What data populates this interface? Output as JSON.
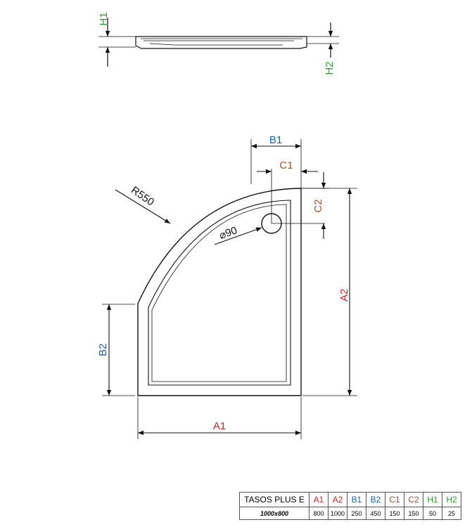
{
  "colors": {
    "red": "#c62828",
    "blue": "#1f5fa8",
    "brown": "#a0522d",
    "green": "#2e9e2e",
    "line": "#111111"
  },
  "labels": {
    "h1": "H1",
    "h2": "H2",
    "b1": "B1",
    "c1": "C1",
    "c2": "C2",
    "a1": "A1",
    "a2": "A2",
    "b2": "B2",
    "radius": "R550",
    "drain": "⌀90"
  },
  "spec_table": {
    "model": "TASOS PLUS E",
    "size": "1000x800",
    "headers": [
      "A1",
      "A2",
      "B1",
      "B2",
      "C1",
      "C2",
      "H1",
      "H2"
    ],
    "header_colors": [
      "red",
      "red",
      "blue",
      "blue",
      "brown",
      "brown",
      "green",
      "green"
    ],
    "values": [
      "800",
      "1000",
      "250",
      "450",
      "150",
      "150",
      "50",
      "25"
    ]
  }
}
